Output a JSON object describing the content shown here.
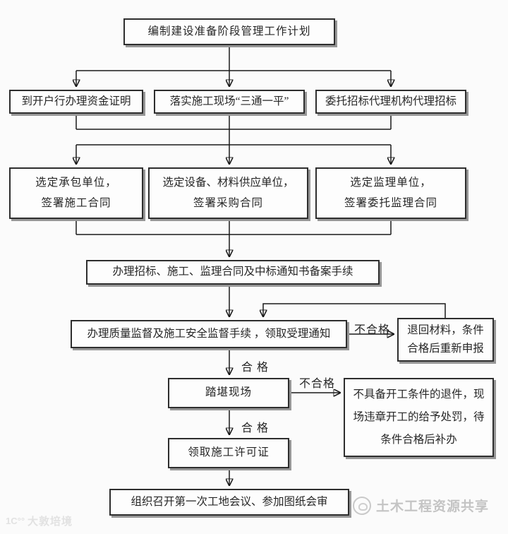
{
  "page": {
    "background": "#fbfbfb"
  },
  "flowchart": {
    "style": {
      "box_border_color": "#2e2e2e",
      "box_shadow_color": "#969696",
      "line_color": "#1a1a1a",
      "text_color": "#262626"
    },
    "nodes": {
      "plan": {
        "lines": [
          "编制建设准备阶段管理工作计划"
        ]
      },
      "fund_cert": {
        "lines": [
          "到开户行办理资金证明"
        ]
      },
      "site_prep": {
        "lines": [
          "落实施工现场“三通一平”"
        ]
      },
      "bid_agency": {
        "lines": [
          "委托招标代理机构代理招标"
        ]
      },
      "contractor": {
        "lines": [
          "选定承包单位，",
          "签署施工合同"
        ]
      },
      "supplier": {
        "lines": [
          "选定设备、材料供应单位，",
          "签署采购合同"
        ]
      },
      "supervisor": {
        "lines": [
          "选定监理单位，",
          "签署委托监理合同"
        ]
      },
      "filing": {
        "lines": [
          "办理招标、施工、监理合同及中标通知书备案手续"
        ]
      },
      "quality_safety": {
        "lines": [
          "办理质量监督及施工安全监督手续 ，领取受理通知"
        ]
      },
      "return_materials": {
        "lines": [
          "退回材料，条件",
          "合格后重新申报"
        ]
      },
      "site_visit": {
        "lines": [
          "踏堪现场"
        ]
      },
      "reject_punish": {
        "lines": [
          "不具备开工条件的退件，现",
          "场违章开工的给予处罚，待",
          "条件合格后补办"
        ]
      },
      "permit": {
        "lines": [
          "领取施工许可证"
        ]
      },
      "first_meeting": {
        "lines": [
          "组织召开第一次工地会议、参加图纸会审"
        ]
      }
    },
    "edge_labels": {
      "fail_1": "不合格",
      "pass_1": "合 格",
      "fail_2": "不合格",
      "pass_2": "合 格"
    }
  },
  "watermarks": {
    "bottom_left_logo": "1C°°",
    "bottom_left_text": "大敦培境",
    "bottom_right_text": "土木工程资源共享"
  }
}
